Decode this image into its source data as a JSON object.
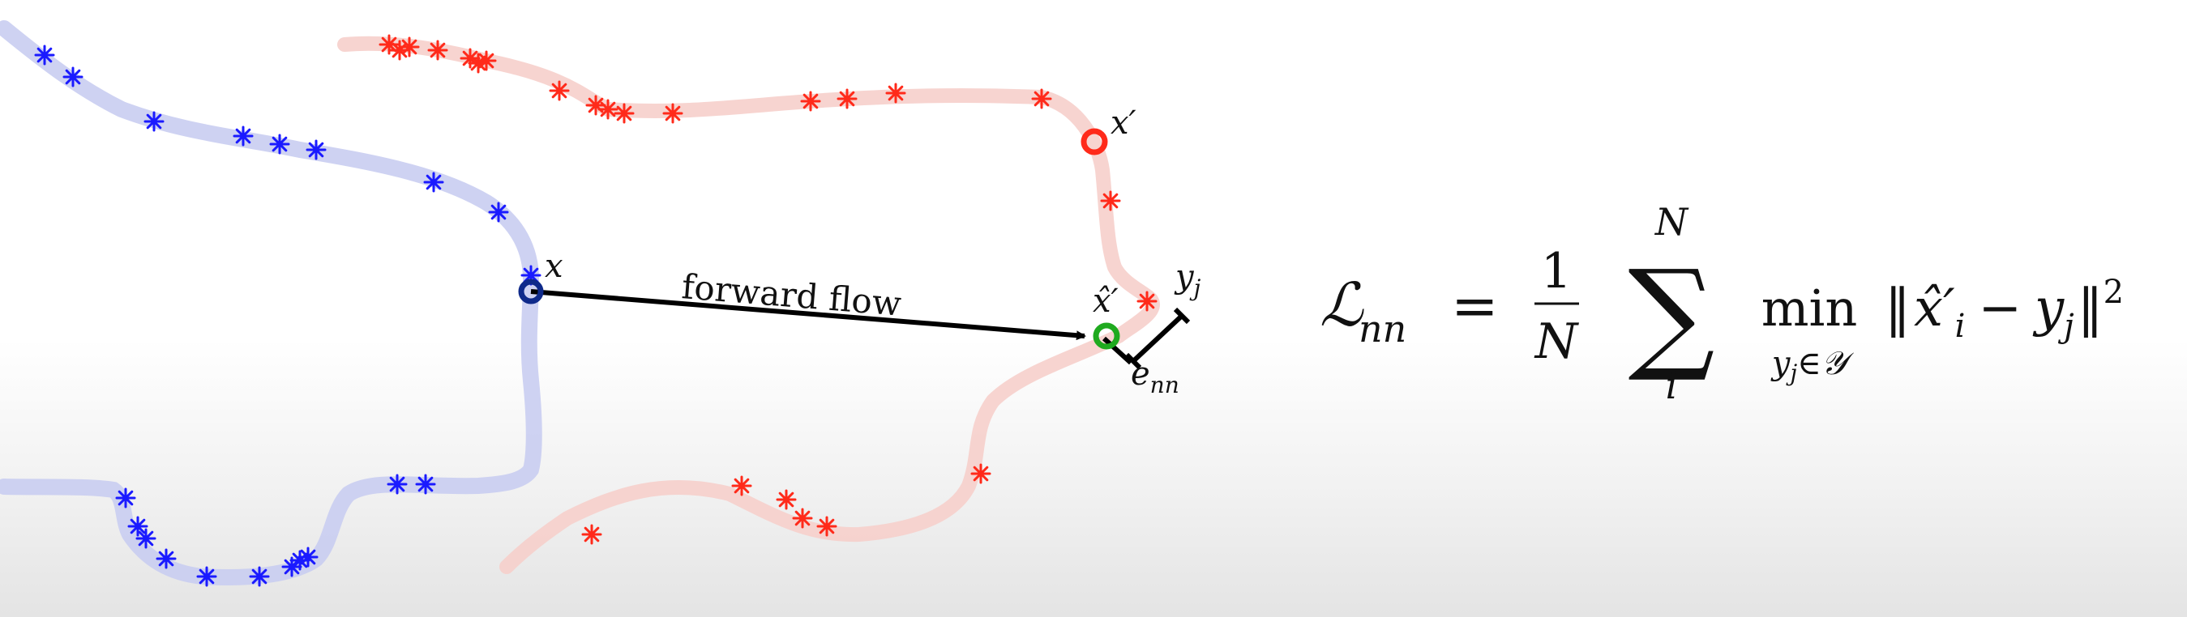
{
  "labels": {
    "source_point": "x",
    "target_point": "x′",
    "warped_point": "x̂′",
    "nearest_neighbor": "y",
    "nearest_neighbor_sub": "j",
    "error": "e",
    "error_sub": "nn",
    "arrow": "forward flow"
  },
  "equation": {
    "lhs_symbol": "ℒ",
    "lhs_sub": "nn",
    "equals": "=",
    "frac_num": "1",
    "frac_den": "N",
    "sum_symbol": "∑",
    "sum_upper": "N",
    "sum_lower": "i",
    "min_op": "min",
    "min_sub": "y",
    "min_sub_j": "j",
    "min_sub_rest": "∈𝒴",
    "norm_open": "‖",
    "x_hat": "x̂′",
    "x_hat_sub": "i",
    "minus": "−",
    "y": "y",
    "y_sub": "j",
    "norm_close": "‖",
    "power": "2"
  },
  "colors": {
    "source_curve": "#1a1aff",
    "source_trail": "#c9cdf1",
    "target_curve": "#ff2a1a",
    "target_trail": "#f6cfcb",
    "source_marker": "#0f2a8a",
    "target_marker": "#ff2a1a",
    "warped_marker": "#1faa1f",
    "arrow": "#000000"
  }
}
